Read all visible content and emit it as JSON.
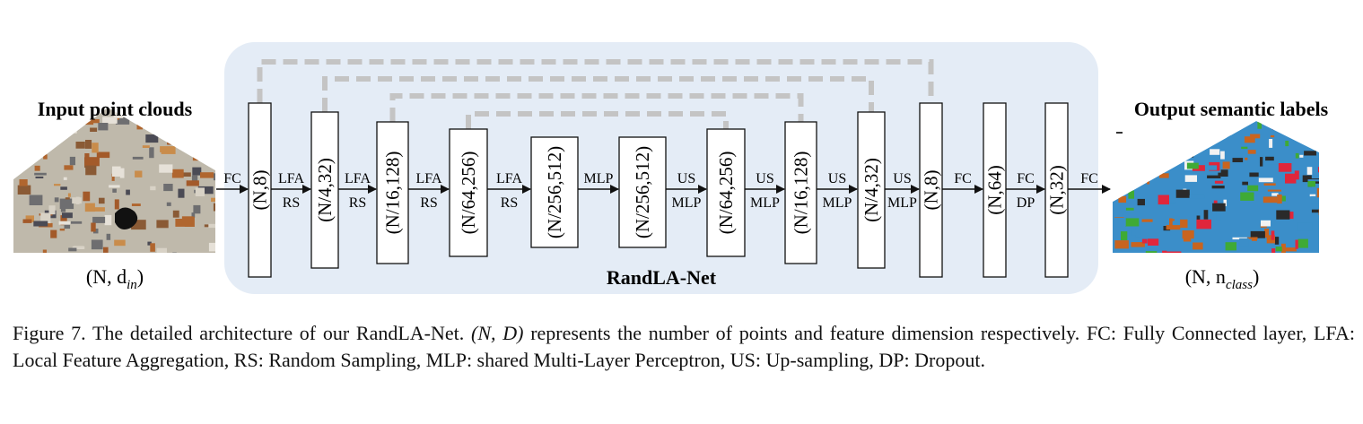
{
  "input": {
    "title": "Input point clouds",
    "dim_label": "(N, d",
    "dim_sub": "in",
    "dim_close": ")"
  },
  "output": {
    "title": "Output semantic labels",
    "dim_label": "(N, n",
    "dim_sub": "class",
    "dim_close": ")"
  },
  "network_name": "RandLA-Net",
  "layers": [
    "(N,8)",
    "(N/4,32)",
    "(N/16,128)",
    "(N/64,256)",
    "(N/256,512)",
    "(N/256,512)",
    "(N/64,256)",
    "(N/16,128)",
    "(N/4,32)",
    "(N,8)",
    "(N,64)",
    "(N,32)"
  ],
  "arrows": [
    {
      "top": "FC",
      "bottom": ""
    },
    {
      "top": "LFA",
      "bottom": "RS"
    },
    {
      "top": "LFA",
      "bottom": "RS"
    },
    {
      "top": "LFA",
      "bottom": "RS"
    },
    {
      "top": "LFA",
      "bottom": "RS"
    },
    {
      "top": "MLP",
      "bottom": ""
    },
    {
      "top": "US",
      "bottom": "MLP"
    },
    {
      "top": "US",
      "bottom": "MLP"
    },
    {
      "top": "US",
      "bottom": "MLP"
    },
    {
      "top": "US",
      "bottom": "MLP"
    },
    {
      "top": "FC",
      "bottom": ""
    },
    {
      "top": "FC",
      "bottom": "DP"
    },
    {
      "top": "FC",
      "bottom": ""
    }
  ],
  "caption": {
    "prefix": "Figure 7. The detailed architecture of our RandLA-Net.",
    "math": "(N, D)",
    "suffix": "represents the number of points and feature dimension respectively. FC: Fully Connected layer, LFA: Local Feature Aggregation, RS: Random Sampling, MLP: shared Multi-Layer Perceptron, US: Up-sampling, DP: Dropout."
  },
  "colors": {
    "panel": "#e4ecf6",
    "skip": "#c4c4c4",
    "input_floor": "#bfb9ab",
    "input_wall": "#b0662f",
    "output_floor": "#3b8ec9",
    "output_wall": "#c8641f",
    "output_red": "#e0263b",
    "output_green": "#3faa35"
  }
}
